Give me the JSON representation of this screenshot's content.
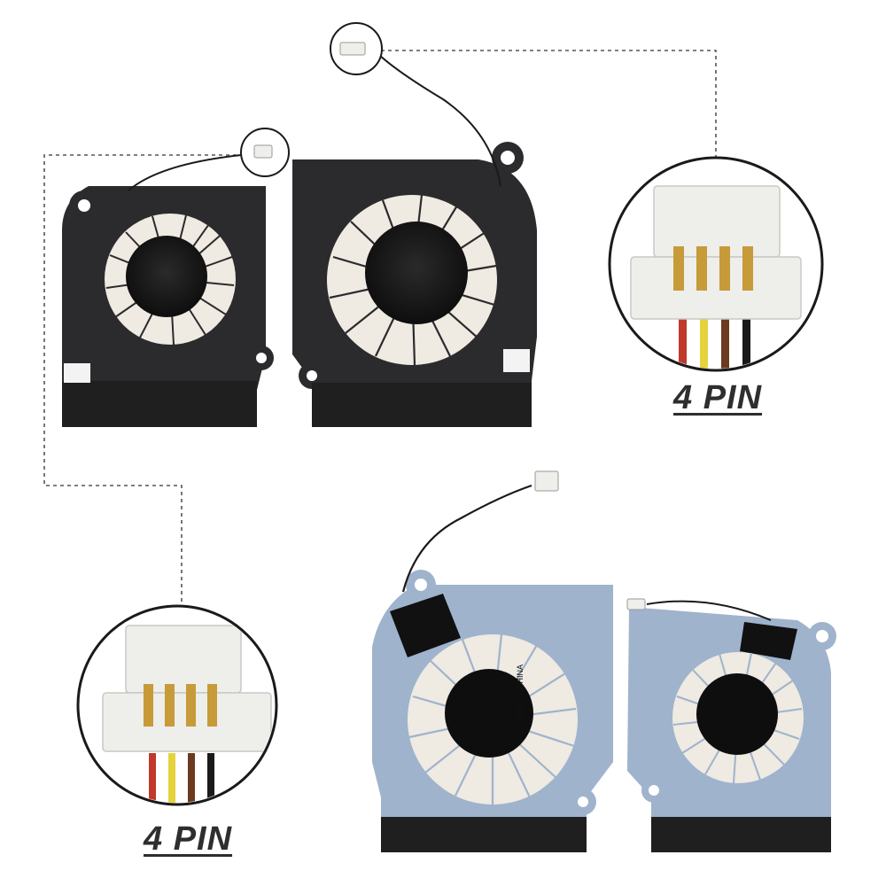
{
  "labels": {
    "pin_right": "4 PIN",
    "pin_left": "4 PIN",
    "made_in": "MADE IN CHINA"
  },
  "colors": {
    "background": "#ffffff",
    "fan_top_body": "#2b2b2d",
    "fan_bottom_body": "#9fb3cc",
    "connector": "#eeeeea",
    "wire_red": "#c0392b",
    "wire_yellow": "#e6d23a",
    "wire_brown": "#6b3a1f",
    "wire_black": "#1a1a1a",
    "pin_gold": "#c79a3a",
    "dashed_line": "#555555"
  },
  "icons": {
    "fan": "fan-icon",
    "connector": "connector-icon"
  }
}
